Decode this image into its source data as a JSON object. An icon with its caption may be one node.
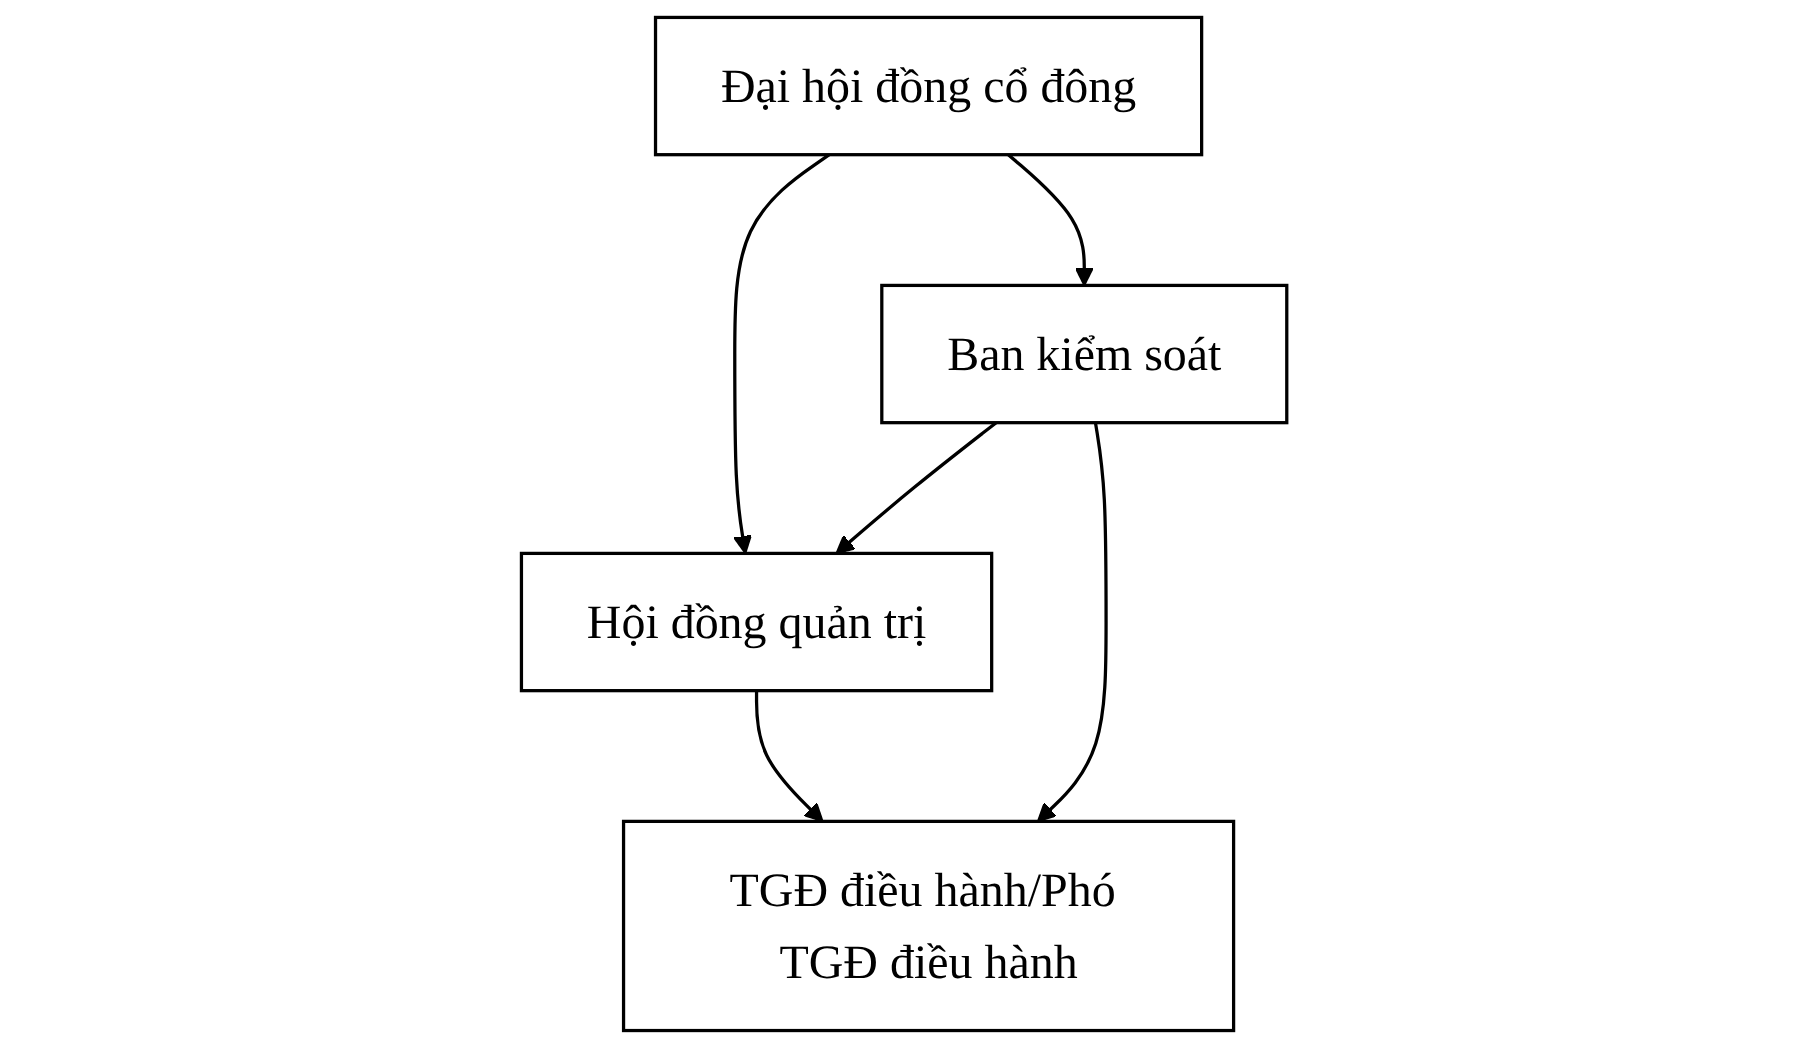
{
  "diagram": {
    "nodes": [
      {
        "text": [
          "Đại hội đồng cổ đông"
        ]
      },
      {
        "text": [
          "Hội đồng quản trị"
        ]
      },
      {
        "text": [
          "TGĐ điều hành/Phó TGĐ điều hành"
        ]
      },
      {
        "text": [
          "Ban kiểm soát"
        ]
      }
    ],
    "edges": [
      {
        "from": 0,
        "to": 3,
        "arrow": "to"
      },
      {
        "from": 0,
        "to": 1,
        "arrow": "to"
      },
      {
        "from": 3,
        "to": 1,
        "arrow": "to"
      },
      {
        "from": 1,
        "to": 2,
        "arrow": "to"
      },
      {
        "from": 3,
        "to": 2,
        "arrow": "to"
      }
    ]
  }
}
